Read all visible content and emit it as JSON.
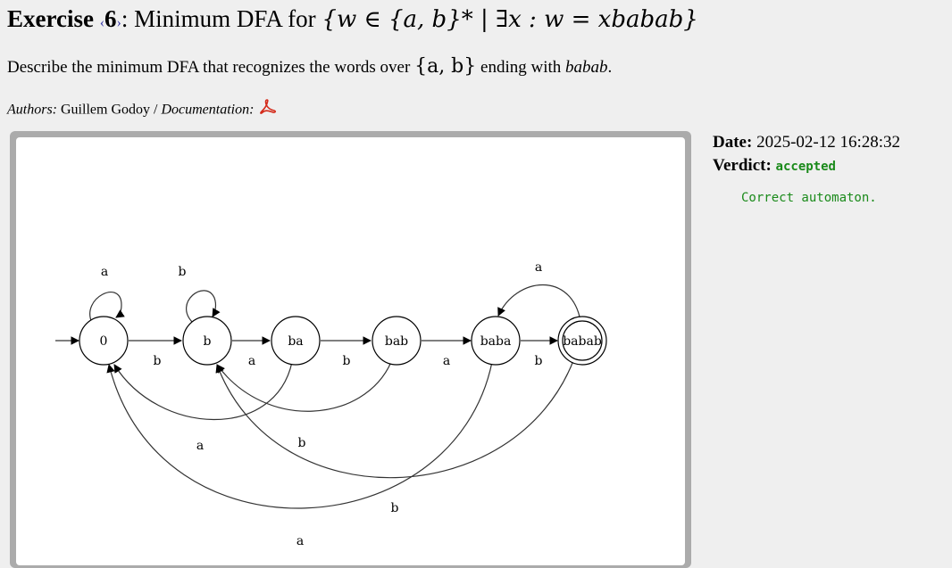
{
  "header": {
    "exercise_label": "Exercise",
    "nav_prev": "‹",
    "exercise_number": "6",
    "nav_next": "›",
    "title_text": ": Minimum DFA for",
    "title_math": "{w ∈ {a, b}* | ∃x : w = xbabab}"
  },
  "description": {
    "text_before": "Describe the minimum DFA that recognizes the words over",
    "alphabet": "{a, b}",
    "text_middle": "ending with",
    "word": "babab",
    "text_after": "."
  },
  "authors": {
    "label": "Authors:",
    "name": "Guillem Godoy",
    "separator": "/",
    "doc_label": "Documentation:",
    "doc_icon": "pdf-icon"
  },
  "submission": {
    "date_label": "Date:",
    "date_value": "2025-02-12 16:28:32",
    "verdict_label": "Verdict:",
    "verdict_value": "accepted",
    "message": "Correct automaton.",
    "accent_color": "#1a8a1a"
  },
  "automaton": {
    "states": [
      "0",
      "b",
      "ba",
      "bab",
      "baba",
      "babab"
    ],
    "initial": "0",
    "accepting": [
      "babab"
    ],
    "transitions": [
      {
        "from": "0",
        "symbol": "a",
        "to": "0"
      },
      {
        "from": "0",
        "symbol": "b",
        "to": "b"
      },
      {
        "from": "b",
        "symbol": "b",
        "to": "b"
      },
      {
        "from": "b",
        "symbol": "a",
        "to": "ba"
      },
      {
        "from": "ba",
        "symbol": "b",
        "to": "bab"
      },
      {
        "from": "ba",
        "symbol": "a",
        "to": "0"
      },
      {
        "from": "bab",
        "symbol": "a",
        "to": "baba"
      },
      {
        "from": "bab",
        "symbol": "b",
        "to": "b"
      },
      {
        "from": "baba",
        "symbol": "b",
        "to": "babab"
      },
      {
        "from": "baba",
        "symbol": "a",
        "to": "0"
      },
      {
        "from": "babab",
        "symbol": "a",
        "to": "baba"
      },
      {
        "from": "babab",
        "symbol": "b",
        "to": "b"
      }
    ]
  }
}
